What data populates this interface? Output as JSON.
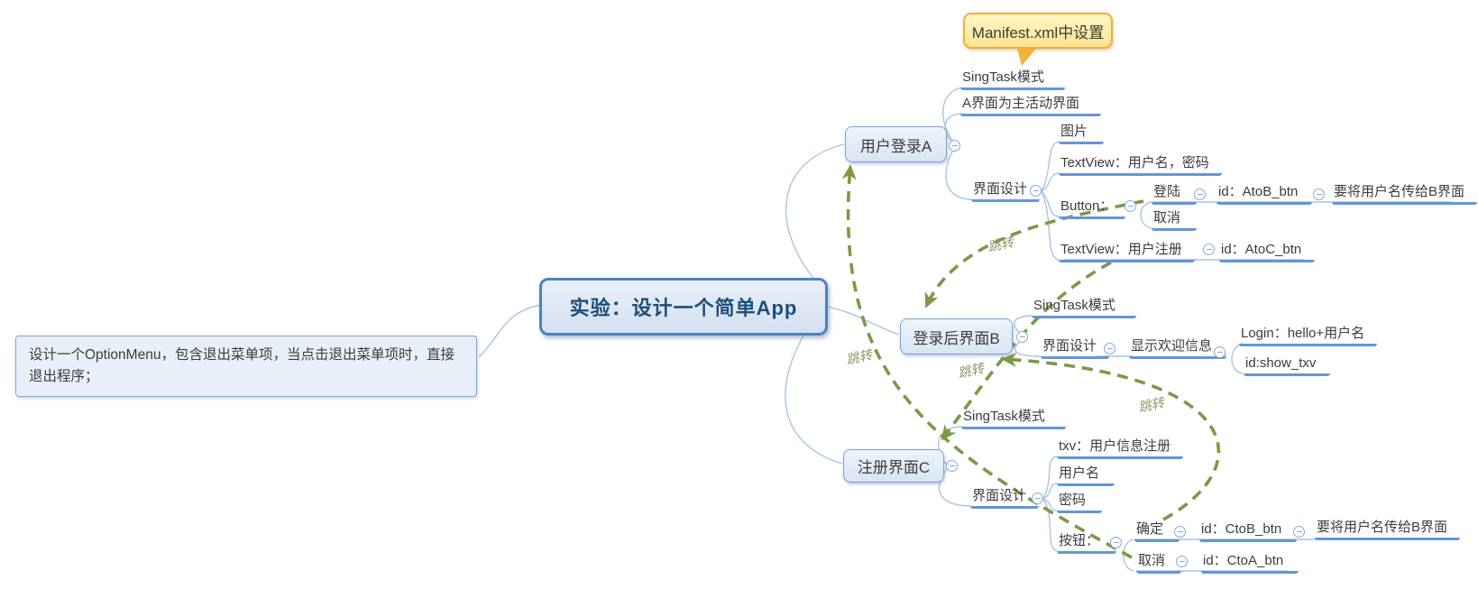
{
  "root": {
    "label": "实验：设计一个简单App"
  },
  "note": {
    "text": "设计一个OptionMenu，包含退出菜单项，当点击退出菜单项时，直接退出程序；"
  },
  "callout": {
    "label": "Manifest.xml中设置"
  },
  "relationship": {
    "label": "跳转"
  },
  "branch_a": {
    "label": "用户登录A",
    "singtask": "SingTask模式",
    "main_activity": "A界面为主活动界面",
    "design": "界面设计",
    "pic": "图片",
    "textview_login": "TextView：用户名，密码",
    "button": "Button：",
    "btn_login": "登陆",
    "login_id": "id：AtoB_btn",
    "login_note": "要将用户名传给B界面",
    "btn_cancel": "取消",
    "textview_reg": "TextView：用户注册",
    "reg_id": "id：AtoC_btn"
  },
  "branch_b": {
    "label": "登录后界面B",
    "singtask": "SingTask模式",
    "design": "界面设计",
    "welcome": "显示欢迎信息",
    "login_text": "Login：hello+用户名",
    "show_id": "id:show_txv"
  },
  "branch_c": {
    "label": "注册界面C",
    "singtask": "SingTask模式",
    "design": "界面设计",
    "txv": "txv：用户信息注册",
    "username": "用户名",
    "password": "密码",
    "button": "按钮：",
    "btn_ok": "确定",
    "ok_id": "id：CtoB_btn",
    "ok_note": "要将用户名传给B界面",
    "btn_cancel": "取消",
    "cancel_id": "id：CtoA_btn"
  },
  "colors": {
    "branch_line": "#a9c4e4",
    "topic_underline": "#6496d6",
    "node_border": "#7aa4d8",
    "root_border": "#4f81bd",
    "root_text": "#1f4e79",
    "arrow": "#7d9847",
    "callout_fill": "#fbe493",
    "callout_border": "#f2ae3c"
  }
}
